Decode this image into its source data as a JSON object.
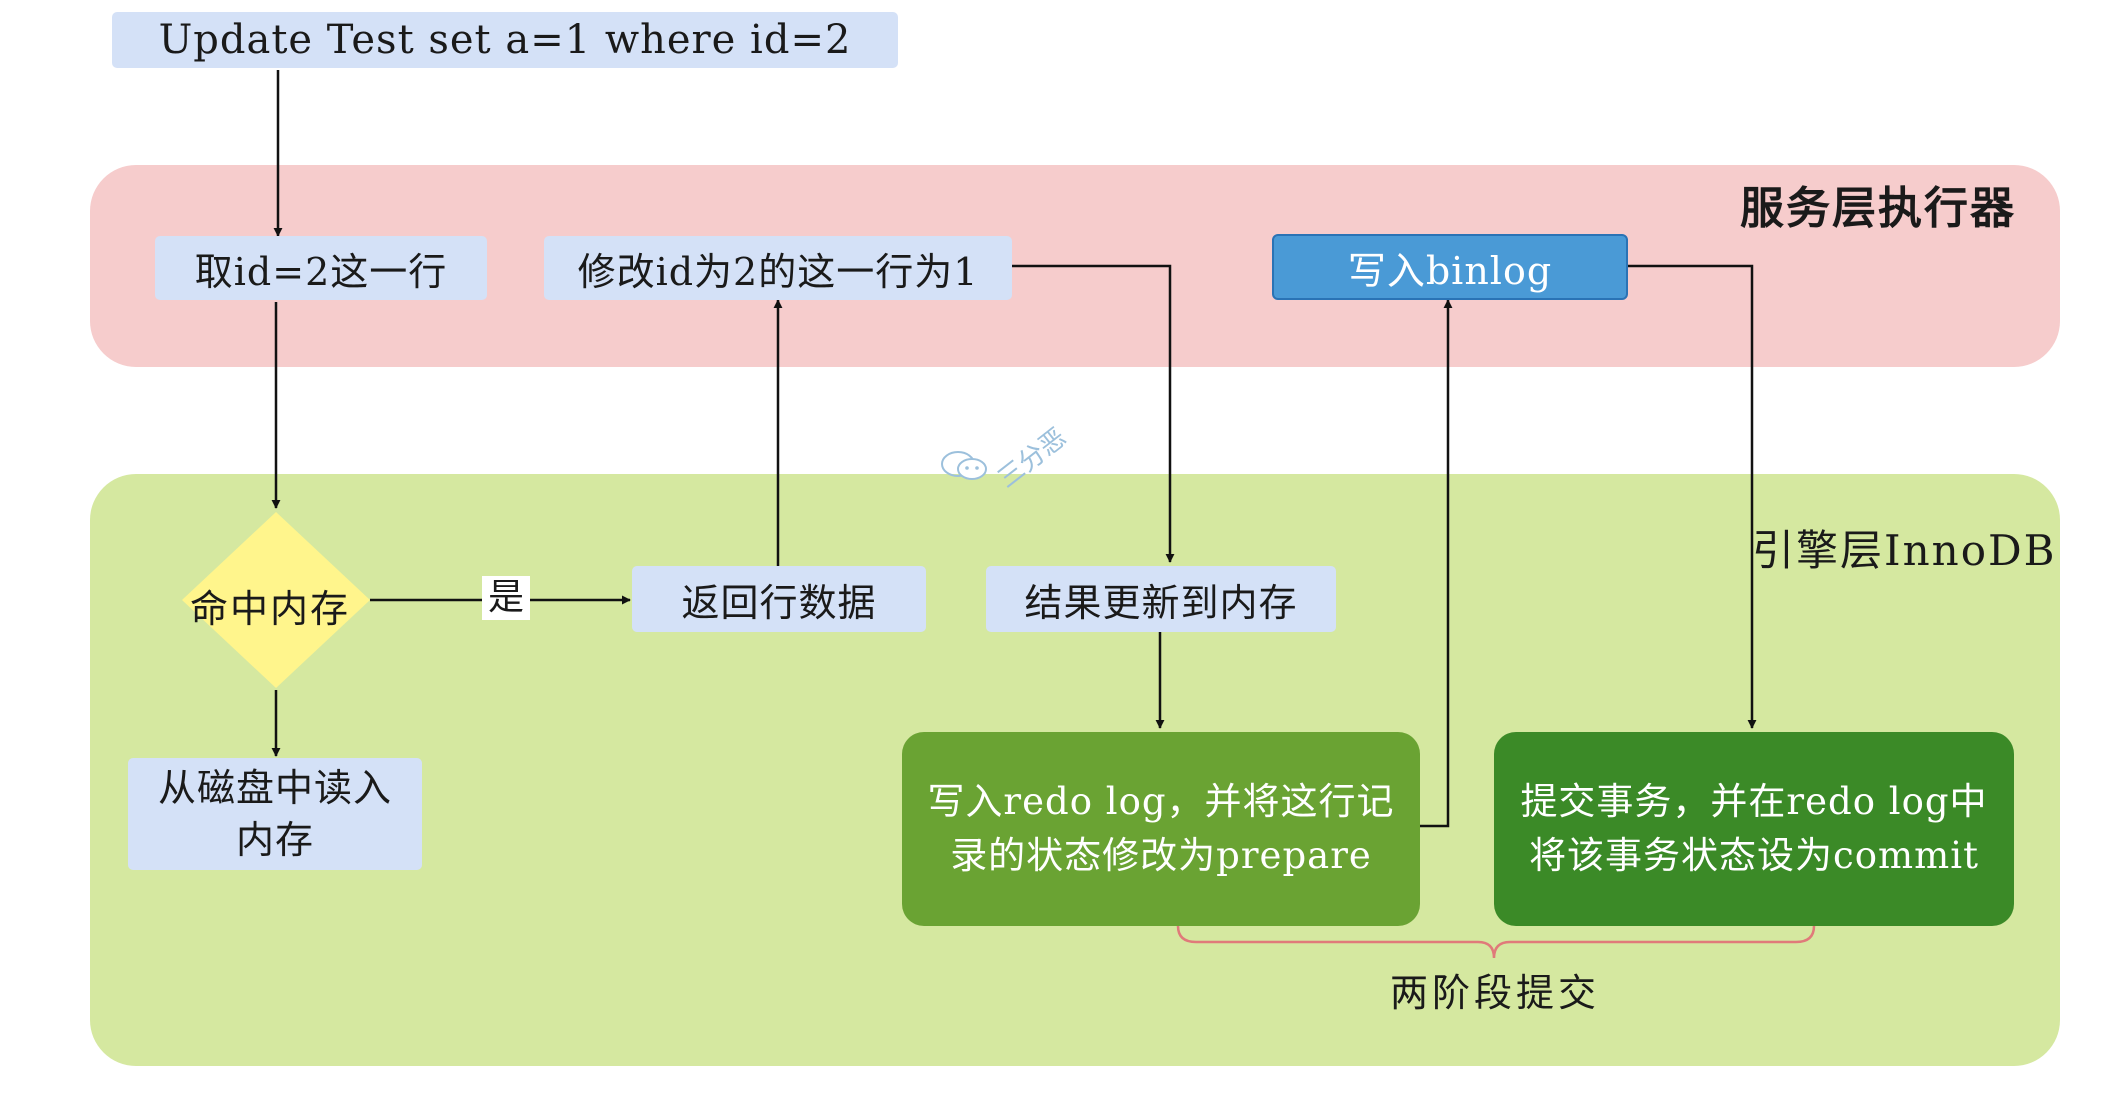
{
  "sql_statement": "Update Test set a=1 where id=2",
  "layers": {
    "service": {
      "label": "服务层执行器"
    },
    "engine": {
      "label": "引擎层InnoDB"
    }
  },
  "nodes": {
    "fetch_row": "取id=2这一行",
    "modify_row": "修改id为2的这一行为1",
    "write_binlog": "写入binlog",
    "hit_memory": "命中内存",
    "return_row": "返回行数据",
    "update_memory": "结果更新到内存",
    "read_disk_line1": "从磁盘中读入",
    "read_disk_line2": "内存",
    "redo_prepare_line1": "写入redo log，并将这行记",
    "redo_prepare_line2": "录的状态修改为prepare",
    "commit_line1": "提交事务，并在redo log中",
    "commit_line2": "将该事务状态设为commit"
  },
  "edge_labels": {
    "yes": "是"
  },
  "brace_label": "两阶段提交",
  "watermark": "三分恶",
  "colors": {
    "service_layer": "#f6cccc",
    "engine_layer": "#d5e8a0",
    "node_default": "#d4e1f7",
    "binlog_node": "#4a9ad6",
    "prepare_node": "#6aa333",
    "commit_node": "#3b8a27",
    "decision": "#fff58c",
    "brace": "#e07a7a"
  }
}
